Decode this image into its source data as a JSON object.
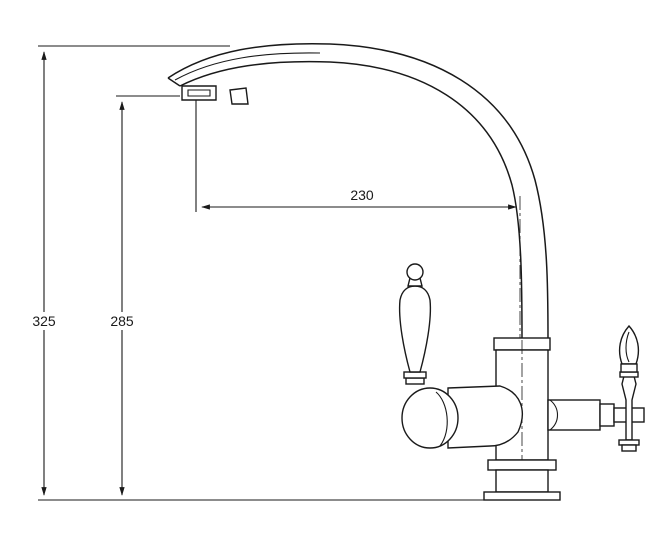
{
  "dimensions": {
    "total_height": "325",
    "spout_height": "285",
    "spout_reach": "230"
  },
  "colors": {
    "line": "#1a1a1a",
    "background": "#ffffff"
  }
}
